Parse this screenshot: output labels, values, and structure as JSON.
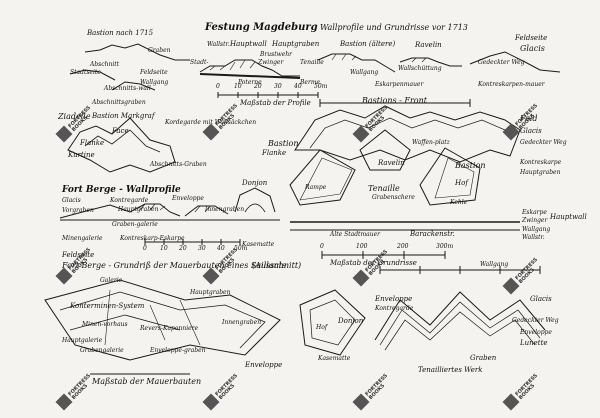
{
  "title": "Festung Magdeburg",
  "subtitle": "Wallprofile und Grundrisse vor 1713",
  "top_labels": {
    "bastion_1715": "Bastion nach 1715",
    "graben": "Graben",
    "wallstr": "Wallstr.",
    "hauptwall": "Hauptwall",
    "hauptgraben": "Hauptgraben",
    "bastion_aelter": "Bastion (ältere)",
    "ravelin": "Ravelin",
    "feldseite": "Feldseite",
    "glacis": "Glacis",
    "abschnitt": "Abschnitt",
    "stadtseite": "Stadtseite",
    "feldseite2": "Feldseite",
    "wallgang": "Wallgang",
    "walk_schuetzung": "Wallschüttung",
    "gedeckter_weg": "Gedeckter Weg",
    "abschnittswall": "Abschnitts-wall",
    "abschnittsgraben": "Abschnittsgraben",
    "eskarpenmauer": "Eskarpenmauer",
    "kontreskarpenmauer": "Kontreskarpen-mauer",
    "brustwehr": "Brustwehr",
    "zwinger": "Zwinger",
    "tenaille": "Tenaille",
    "berme": "Berme",
    "poterne": "Poterne",
    "stadt": "Stadt-",
    "massstab_profile": "Maßstab der Profile",
    "bastion_front": "Bastions - Front"
  },
  "scale_top": [
    "0",
    "10",
    "20",
    "30",
    "40",
    "50m"
  ],
  "left_plan": {
    "flanke": "Flanke",
    "face": "Face",
    "kurtine": "Kurtine",
    "bastion_markgraf": "Bastion Markgraf",
    "kordegarde": "Kordegarde mit Wallsäckchen",
    "abschnitts_graben": "Abschnitts-Graben",
    "vadelle": "Ziadelle"
  },
  "center_plan": {
    "bastion": "Bastion",
    "flanke": "Flanke",
    "ravelin": "Ravelin",
    "waffenplatz": "Waffen-platz",
    "tenaille": "Tenaille",
    "grabenschere": "Grabenschere",
    "hof": "Hof",
    "rampe": "Rampe",
    "kehle": "Kehle",
    "feld": "Feld",
    "glacis": "Glacis",
    "gedeckter_weg": "Gedeckter Weg",
    "kontreskarpe": "Kontreskarpe",
    "hauptgraben": "Hauptgraben",
    "eskarpe": "Eskarpe",
    "zwinger": "Zwinger",
    "hauptwall": "Hauptwall",
    "wallgang": "Wallgang",
    "wallstr": "Wallstr.",
    "alte_stadtmauer": "Alte Stadtmauer",
    "barackenstr": "Barackenstr.",
    "massstab_grundrisse": "Maßstab der Grundrisse"
  },
  "scale_mid": [
    "0",
    "100",
    "200",
    "300m"
  ],
  "berge": {
    "title": "Fort Berge - Wallprofile",
    "glacis": "Glacis",
    "kontregarde": "Kontregarde",
    "enveloppe": "Enveloppe",
    "donjon": "Donjon",
    "vorgraben": "Vorgraben",
    "hauptgraben": "Hauptgraben",
    "innengraben": "Innengraben",
    "grabengalerie": "Graben-galerie",
    "minengalerie": "Minengalerie",
    "kontreskarp_eskarpe": "Kontreskarp-Eskarpe",
    "kasematte": "Kasematte",
    "scale": [
      "0",
      "10",
      "20",
      "30",
      "40",
      "50m"
    ]
  },
  "mauer": {
    "feldseite": "Feldseite",
    "title": "Fort Berge - Grundriß der Mauerbauten eines Saillants",
    "ausschnitt": "(Ausschnitt)",
    "galerie": "Galerie",
    "konterminen_system": "Konterminen-System",
    "minen_vorhaus": "Minen-vorhaus",
    "hauptgalerie": "Hauptgalerie",
    "grabengalerie": "Grabengalerie",
    "revers_kaponniere": "Revers-Kaponniere",
    "innengraben": "Innengraben",
    "donjon": "Donjon",
    "hof": "Hof",
    "kasematte": "Kasematte",
    "enveloppe": "Enveloppe",
    "massstab_mauerbauten": "Maßstab der Mauerbauten",
    "hauptgraben": "Hauptgraben",
    "enveloppe_graben": "Enveloppe-graben"
  },
  "right_plan": {
    "enveloppe": "Enveloppe",
    "kontregarde": "Kontregarde",
    "glacis": "Glacis",
    "gedeckter_weg": "Gedeckter Weg",
    "enveloppe2": "Enveloppe",
    "lunette": "Lunette",
    "graben": "Graben",
    "tenaillierte_werk": "Tenailliertes Werk",
    "wallgang": "Wallgang"
  },
  "watermark": [
    "FORTRESS",
    "BOOKS"
  ],
  "colors": {
    "ink": "#1a1a1a",
    "paper": "#f4f3ef",
    "watermark": "#555555"
  }
}
